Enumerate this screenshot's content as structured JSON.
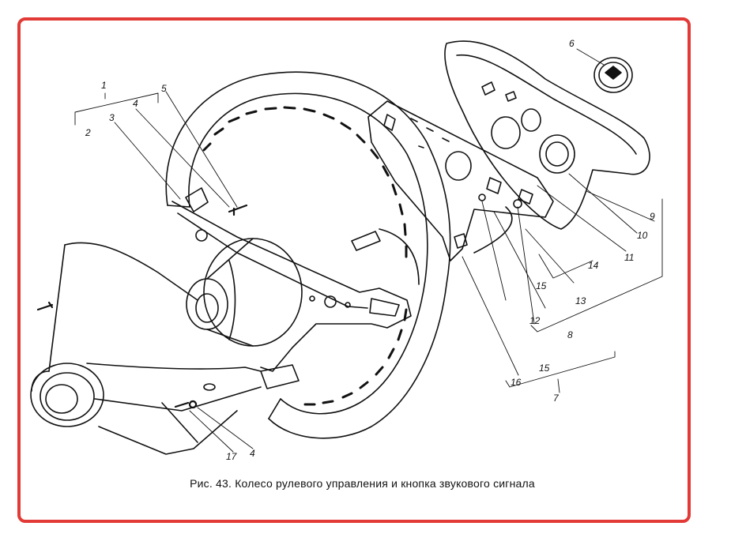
{
  "figure": {
    "caption": "Рис. 43. Колесо рулевого управления и кнопка звукового сигнала",
    "frame_color": "#e23a36",
    "line_color": "#111111",
    "callouts": [
      "1",
      "2",
      "3",
      "4",
      "5",
      "6",
      "7",
      "8",
      "9",
      "10",
      "11",
      "12",
      "13",
      "14",
      "15",
      "15",
      "16",
      "17",
      "4"
    ]
  }
}
